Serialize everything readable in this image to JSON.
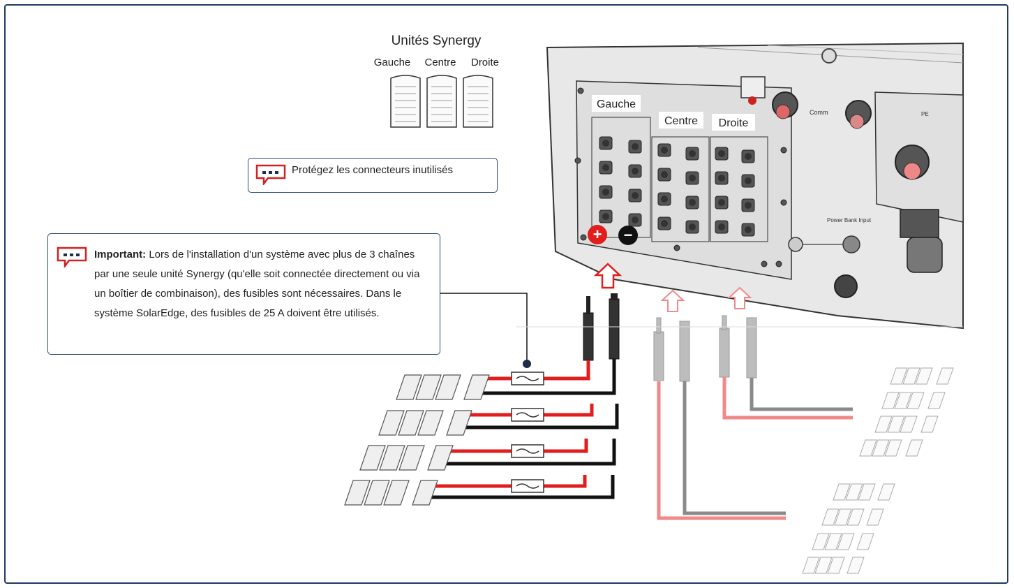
{
  "synergy": {
    "title": "Unités Synergy",
    "left": "Gauche",
    "center": "Centre",
    "right": "Droite"
  },
  "inverter": {
    "label_left": "Gauche",
    "label_center": "Centre",
    "label_right": "Droite",
    "plus_symbol": "+",
    "minus_symbol": "−",
    "comm_label": "Comm",
    "power_bank_label": "Power Bank Input",
    "pe_label": "PE"
  },
  "notes": {
    "protect": "Protégez les connecteurs inutilisés",
    "important_label": "Important:",
    "important_text": " Lors de l'installation d'un système avec plus de 3 chaînes par une seule unité Synergy (qu'elle soit connectée directement ou via un boîtier de combinaison), des fusibles sont nécessaires. Dans le système SolarEdge, des fusibles de 25 A doivent être utilisés."
  },
  "colors": {
    "frame": "#1f3a5f",
    "positive": "#e11d1d",
    "negative": "#111111",
    "faded_positive": "#f08a8a",
    "faded_negative": "#8a8a8a",
    "note_icon": "#d32020",
    "panel": "#e6e6e6"
  },
  "icons": [
    "comment-alert-icon",
    "fuse-icon",
    "solar-panel-icon",
    "mc4-connector-icon",
    "up-arrow-icon"
  ]
}
